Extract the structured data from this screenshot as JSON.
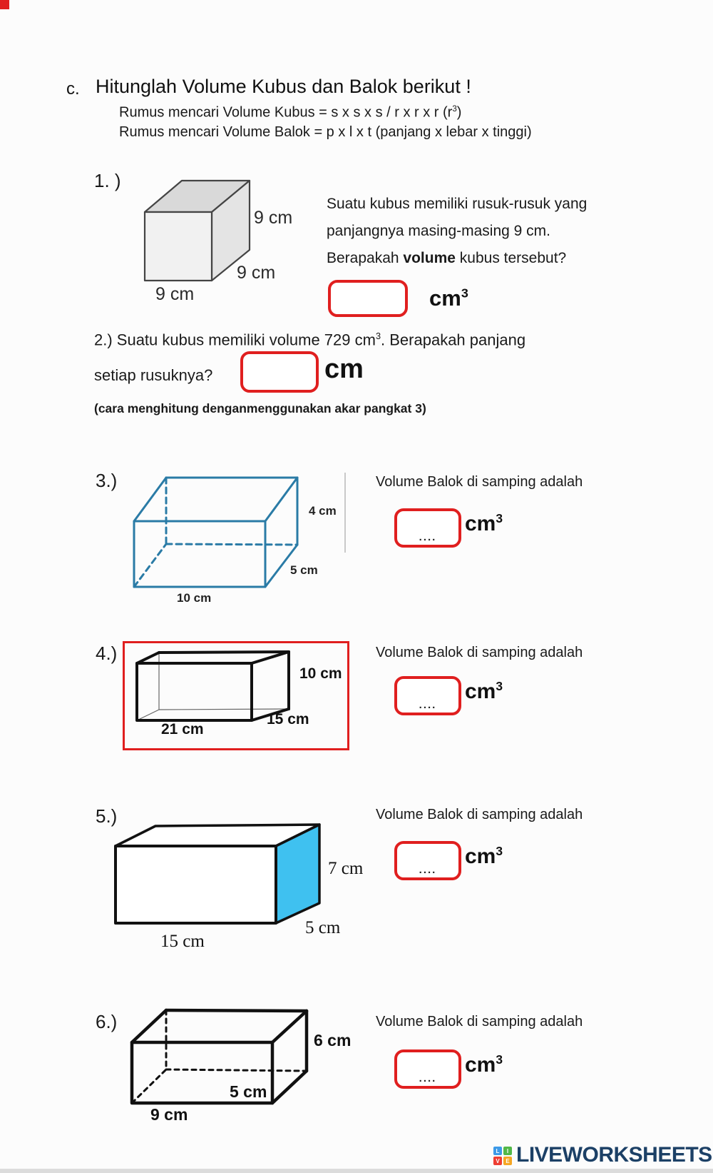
{
  "page": {
    "background": "#fcfcfc",
    "accent_red": "#e01f1f",
    "wireframe_blue": "#2a7ba6",
    "face_cyan": "#3fc1f0"
  },
  "header": {
    "index": "c.",
    "title": "Hitunglah Volume Kubus dan Balok berikut !",
    "formula_cube_pre": "Rumus mencari Volume Kubus = s x s x s / r x r x r (r",
    "formula_cube_sup": "3",
    "formula_cube_post": ")",
    "formula_cuboid": "Rumus mencari Volume Balok = p x l x t (panjang x lebar x tinggi)"
  },
  "q1": {
    "number": "1. )",
    "labels": {
      "height": "9 cm",
      "depth": "9 cm",
      "width": "9 cm"
    },
    "text_line1": "Suatu kubus memiliki rusuk-rusuk yang",
    "text_line2": "panjangnya masing-masing 9 cm.",
    "text_line3_pre": "Berapakah ",
    "text_line3_bold": "volume",
    "text_line3_post": " kubus tersebut?",
    "answer_value": "",
    "unit_base": "cm",
    "unit_exp": "3"
  },
  "q2": {
    "text_pre_sup": "2.) Suatu kubus memiliki volume 729 cm",
    "text_sup": "3",
    "text_post_sup": ". Berapakah panjang",
    "text_line2": "setiap rusuknya?",
    "answer_value": "",
    "unit": "cm",
    "note": "(cara menghitung denganmenggunakan akar pangkat 3)"
  },
  "q3": {
    "number": "3.)",
    "labels": {
      "height": "4 cm",
      "depth": "5 cm",
      "length": "10 cm"
    },
    "prompt": "Volume Balok di samping adalah",
    "answer_placeholder": "....",
    "unit_base": "cm",
    "unit_exp": "3"
  },
  "q4": {
    "number": "4.)",
    "labels": {
      "height": "10 cm",
      "depth": "15 cm",
      "length": "21 cm"
    },
    "prompt": "Volume Balok di samping adalah",
    "answer_placeholder": "....",
    "unit_base": "cm",
    "unit_exp": "3"
  },
  "q5": {
    "number": "5.)",
    "labels": {
      "height": "7 cm",
      "depth": "5 cm",
      "length": "15 cm"
    },
    "prompt": "Volume Balok di samping adalah",
    "answer_placeholder": "....",
    "unit_base": "cm",
    "unit_exp": "3"
  },
  "q6": {
    "number": "6.)",
    "labels": {
      "height": "6 cm",
      "depth": "5 cm",
      "length": "9 cm"
    },
    "prompt": "Volume Balok di samping adalah",
    "answer_placeholder": "....",
    "unit_base": "cm",
    "unit_exp": "3"
  },
  "footer": {
    "brand": "LIVEWORKSHEETS",
    "tiles": [
      {
        "letter": "L",
        "color": "#3d9ae8"
      },
      {
        "letter": "I",
        "color": "#52b848"
      },
      {
        "letter": "V",
        "color": "#ee3e33"
      },
      {
        "letter": "E",
        "color": "#f5a623"
      }
    ]
  }
}
